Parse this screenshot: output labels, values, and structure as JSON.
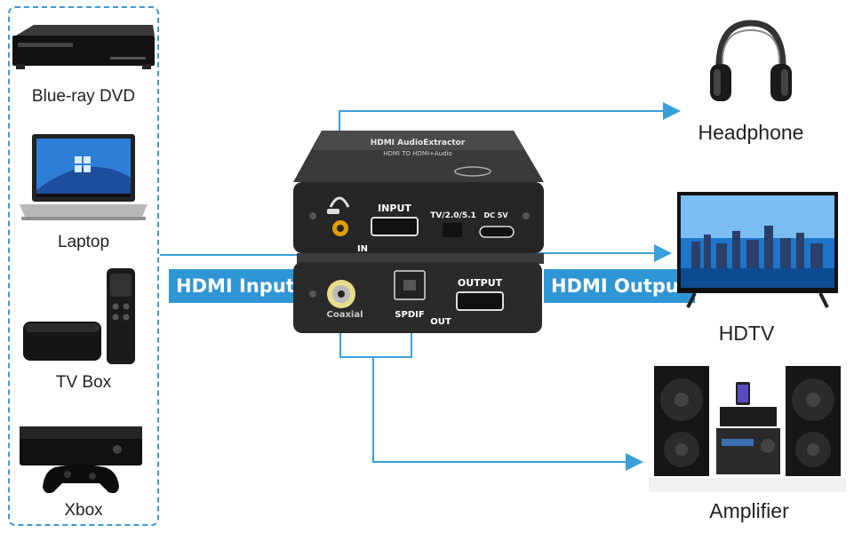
{
  "sources": [
    {
      "label": "Blue-ray DVD",
      "icon": "bluray-player-icon"
    },
    {
      "label": "Laptop",
      "icon": "laptop-icon"
    },
    {
      "label": "TV Box",
      "icon": "tv-box-icon"
    },
    {
      "label": "Xbox",
      "icon": "xbox-icon"
    }
  ],
  "destinations": [
    {
      "label": "Headphone",
      "icon": "headphone-icon"
    },
    {
      "label": "HDTV",
      "icon": "hdtv-icon"
    },
    {
      "label": "Amplifier",
      "icon": "amplifier-icon"
    }
  ],
  "tags": {
    "input": "HDMI Input",
    "output": "HDMI Output"
  },
  "device": {
    "top_title": "HDMI AudioExtractor",
    "top_subtitle": "HDMI TO HDMI+Audio",
    "input_label": "INPUT",
    "in_label": "IN",
    "mode_label": "TV/2.0/5.1",
    "power_label": "DC 5V",
    "output_label": "OUTPUT",
    "coaxial_label": "Coaxial",
    "spdif_label": "SPDIF",
    "out_label": "OUT"
  },
  "colors": {
    "accent": "#2f96d6",
    "frame": "#3a9ad9",
    "line": "#3aa0dc",
    "device": "#2b2b2b"
  }
}
